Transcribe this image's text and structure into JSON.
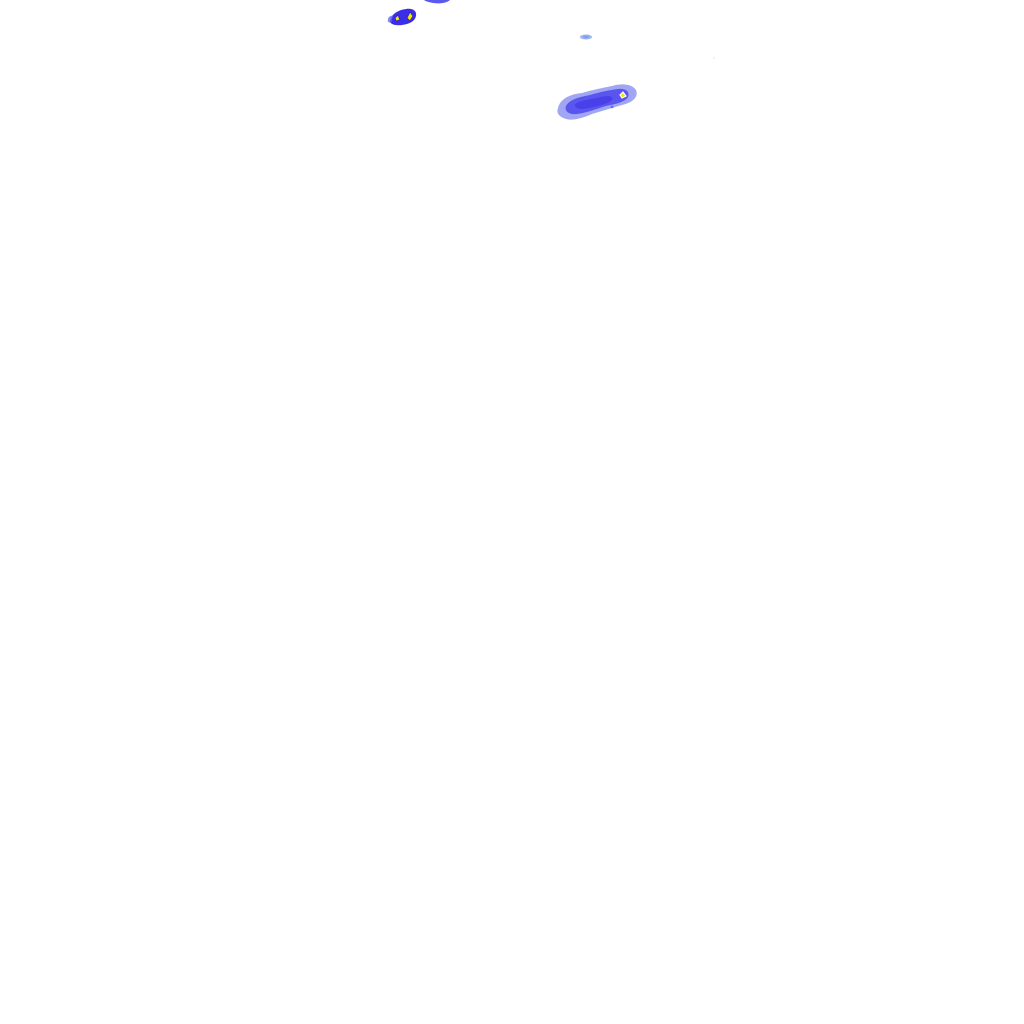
{
  "map": {
    "kind": "radar-precipitation-overlay",
    "background": "#ffffff",
    "legend_colors": {
      "light": "#9fb6f2",
      "moderate": "#6a6cf0",
      "heavy": "#3a2ee8",
      "core": "#f5e400"
    },
    "echo_cells": [
      {
        "id": "cell-north-small",
        "intensity": "heavy",
        "has_core": true
      },
      {
        "id": "cell-north-edge",
        "intensity": "moderate",
        "has_core": false
      },
      {
        "id": "cell-isolated-speck",
        "intensity": "light",
        "has_core": false
      },
      {
        "id": "cell-east-band",
        "intensity": "moderate",
        "has_core": true
      }
    ]
  }
}
